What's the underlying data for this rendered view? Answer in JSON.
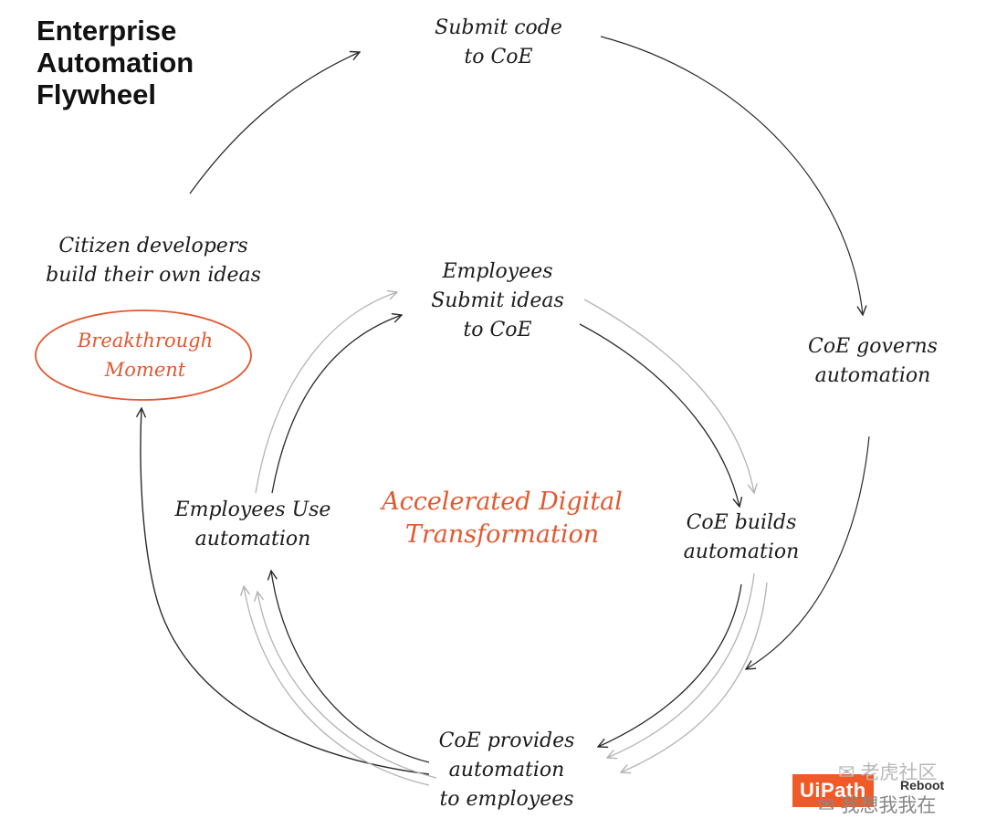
{
  "title": {
    "lines": [
      "Enterprise",
      "Automation",
      "Flywheel"
    ]
  },
  "nodes": {
    "submit_code": [
      "Submit code",
      "to CoE"
    ],
    "coe_governs": [
      "CoE governs",
      "automation"
    ],
    "citizen_devs": [
      "Citizen developers",
      "build their own ideas"
    ],
    "employees_submit": [
      "Employees",
      "Submit ideas",
      "to CoE"
    ],
    "coe_builds": [
      "CoE builds",
      "automation"
    ],
    "employees_use": [
      "Employees Use",
      "automation"
    ],
    "coe_provides": [
      "CoE provides",
      "automation",
      "to employees"
    ]
  },
  "center": [
    "Accelerated Digital",
    "Transformation"
  ],
  "breakthrough": [
    "Breakthrough",
    "Moment"
  ],
  "logo": {
    "mark": "UiPath",
    "reboot": "Reboot"
  },
  "watermark": {
    "top": "老虎社区",
    "bottom": "我想我我在"
  },
  "colors": {
    "accent": "#e2582f",
    "line": "#2a2a2a",
    "ghost": "#b4b4b4"
  }
}
